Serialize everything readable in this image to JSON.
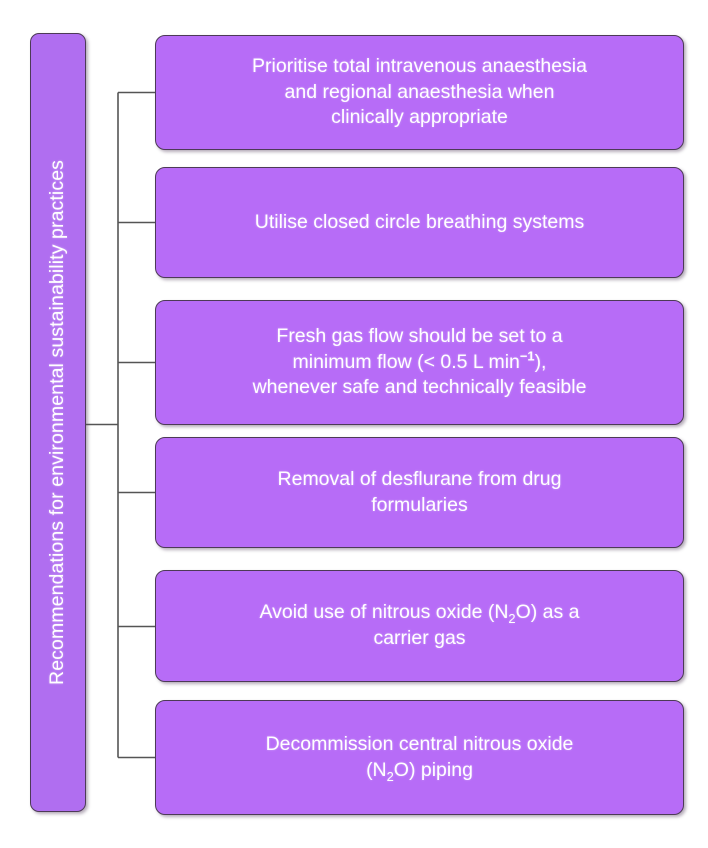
{
  "diagram": {
    "type": "bracket-list",
    "background_color": "#ffffff",
    "category": {
      "label": "Recommendations for environmental sustainability practices",
      "orientation": "vertical",
      "fill_color": "#b06ef0",
      "border_color": "#4d3a57",
      "text_color": "#ffffff"
    },
    "node_style": {
      "fill_color": "#b76cf7",
      "border_color": "#4d3a57",
      "text_color": "#ffffff"
    },
    "connector": {
      "color": "#555555",
      "style": "bracket"
    },
    "items": [
      {
        "id": "tiva-regional",
        "lines": [
          "Prioritise total intravenous anaesthesia",
          "and regional anaesthesia when",
          "clinically appropriate"
        ],
        "text": "Prioritise total intravenous anaesthesia and regional anaesthesia when clinically appropriate"
      },
      {
        "id": "closed-circle",
        "lines": [
          "Utilise closed circle breathing systems"
        ],
        "text": "Utilise closed circle breathing systems"
      },
      {
        "id": "fresh-gas-flow",
        "lines_html": [
          "Fresh gas flow should be set to a",
          "minimum flow (< 0.5 L min<sup>−1</sup>),",
          "whenever safe and technically feasible"
        ],
        "text": "Fresh gas flow should be set to a minimum flow (< 0.5 L min⁻¹), whenever safe and technically feasible"
      },
      {
        "id": "desflurane-removal",
        "lines": [
          "Removal of desflurane from drug",
          "formularies"
        ],
        "text": "Removal of desflurane from drug formularies"
      },
      {
        "id": "avoid-nitrous-carrier",
        "lines_html": [
          "Avoid use of nitrous oxide (N<sub>2</sub>O) as a",
          "carrier gas"
        ],
        "text": "Avoid use of nitrous oxide (N₂O) as a carrier gas"
      },
      {
        "id": "decommission-piping",
        "lines_html": [
          "Decommission central nitrous oxide",
          "(N<sub>2</sub>O) piping"
        ],
        "text": "Decommission central nitrous oxide (N₂O) piping"
      }
    ]
  }
}
